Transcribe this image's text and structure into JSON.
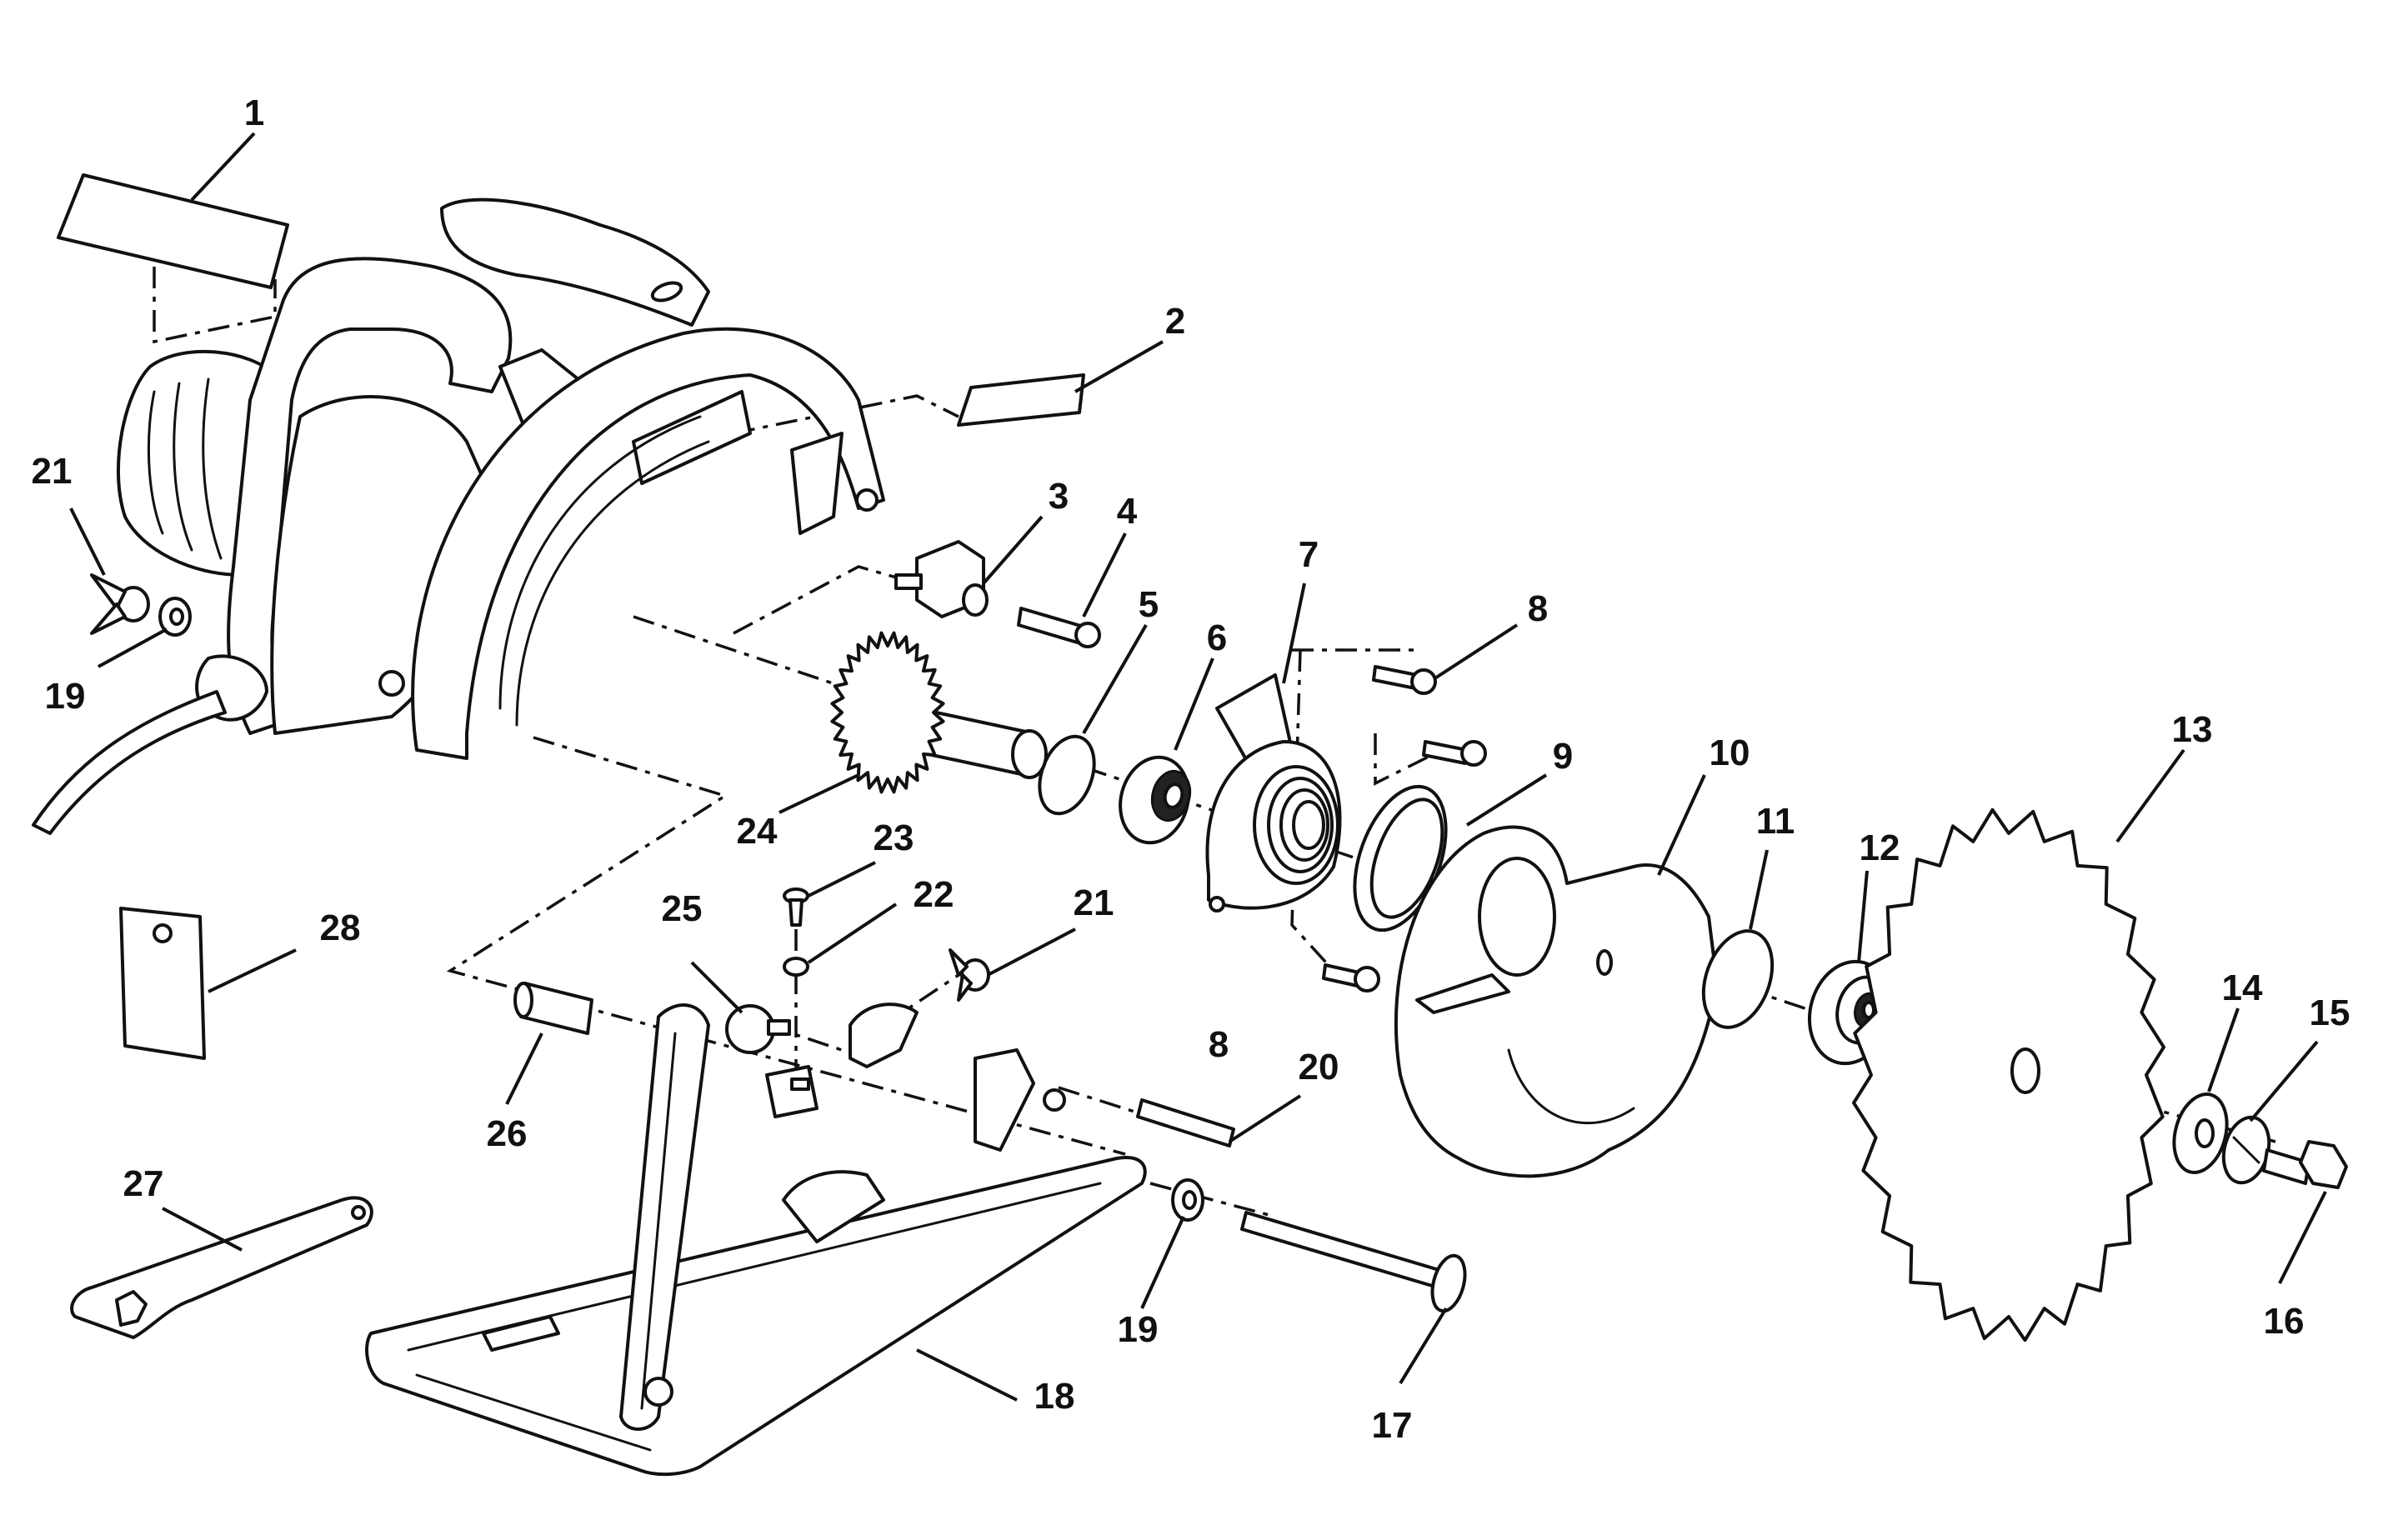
{
  "diagram": {
    "title": "",
    "callouts": [
      {
        "id": "c1",
        "label": "1"
      },
      {
        "id": "c2",
        "label": "2"
      },
      {
        "id": "c3",
        "label": "3"
      },
      {
        "id": "c4",
        "label": "4"
      },
      {
        "id": "c5",
        "label": "5"
      },
      {
        "id": "c6",
        "label": "6"
      },
      {
        "id": "c7",
        "label": "7"
      },
      {
        "id": "c8a",
        "label": "8"
      },
      {
        "id": "c8b",
        "label": "8"
      },
      {
        "id": "c9",
        "label": "9"
      },
      {
        "id": "c10",
        "label": "10"
      },
      {
        "id": "c11",
        "label": "11"
      },
      {
        "id": "c12",
        "label": "12"
      },
      {
        "id": "c13",
        "label": "13"
      },
      {
        "id": "c14",
        "label": "14"
      },
      {
        "id": "c15",
        "label": "15"
      },
      {
        "id": "c16",
        "label": "16"
      },
      {
        "id": "c17",
        "label": "17"
      },
      {
        "id": "c18",
        "label": "18"
      },
      {
        "id": "c19a",
        "label": "19"
      },
      {
        "id": "c19b",
        "label": "19"
      },
      {
        "id": "c20",
        "label": "20"
      },
      {
        "id": "c21a",
        "label": "21"
      },
      {
        "id": "c21b",
        "label": "21"
      },
      {
        "id": "c22",
        "label": "22"
      },
      {
        "id": "c23",
        "label": "23"
      },
      {
        "id": "c24",
        "label": "24"
      },
      {
        "id": "c25",
        "label": "25"
      },
      {
        "id": "c26",
        "label": "26"
      },
      {
        "id": "c27",
        "label": "27"
      },
      {
        "id": "c28",
        "label": "28"
      }
    ]
  }
}
